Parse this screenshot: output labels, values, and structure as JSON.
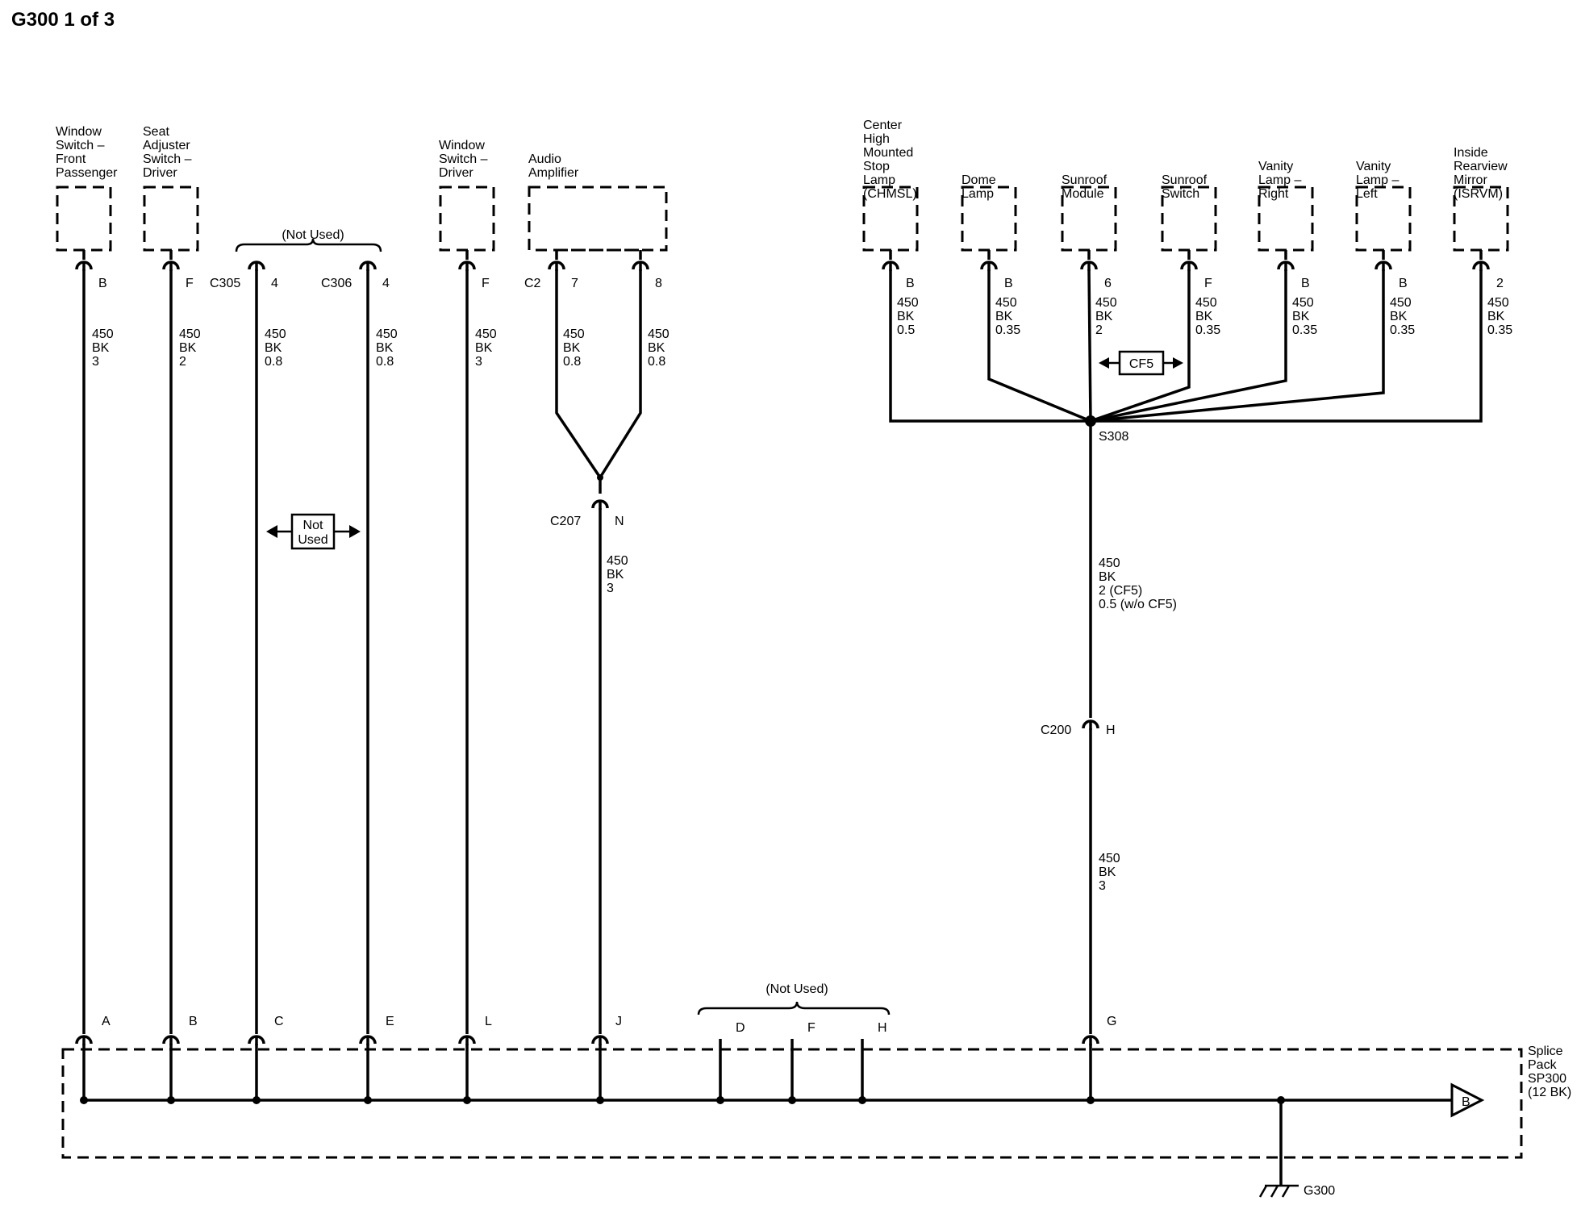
{
  "title": "G300 1 of 3",
  "not_used_label": "(Not Used)",
  "not_used_box": [
    "Not",
    "Used"
  ],
  "cf5_label": "CF5",
  "left_branches": [
    {
      "id": "win-pass",
      "component": [
        "Window",
        "Switch –",
        "Front",
        "Passenger"
      ],
      "pin": "B",
      "wire": [
        "450",
        "BK",
        "3"
      ],
      "splice_pin": "A"
    },
    {
      "id": "seat-drv",
      "component": [
        "Seat",
        "Adjuster",
        "Switch –",
        "Driver"
      ],
      "pin": "F",
      "wire": [
        "450",
        "BK",
        "2"
      ],
      "splice_pin": "B"
    },
    {
      "id": "c305",
      "connector": "C305",
      "pin": "4",
      "wire": [
        "450",
        "BK",
        "0.8"
      ],
      "splice_pin": "C"
    },
    {
      "id": "c306",
      "connector": "C306",
      "pin": "4",
      "wire": [
        "450",
        "BK",
        "0.8"
      ],
      "splice_pin": "E"
    },
    {
      "id": "win-drv",
      "component": [
        "Window",
        "Switch –",
        "Driver"
      ],
      "pin": "F",
      "wire": [
        "450",
        "BK",
        "3"
      ],
      "splice_pin": "L"
    }
  ],
  "audio": {
    "component": [
      "Audio",
      "Amplifier"
    ],
    "connector": "C2",
    "pins": [
      "7",
      "8"
    ],
    "wires": [
      [
        "450",
        "BK",
        "0.8"
      ],
      [
        "450",
        "BK",
        "0.8"
      ]
    ],
    "inline_connector": "C207",
    "inline_pin": "N",
    "trunk_wire": [
      "450",
      "BK",
      "3"
    ],
    "splice_pin": "J"
  },
  "unused_splice_pins": [
    "D",
    "F",
    "H"
  ],
  "right_branches": [
    {
      "id": "chmsl",
      "component": [
        "Center",
        "High",
        "Mounted",
        "Stop",
        "Lamp",
        "(CHMSL)"
      ],
      "pin": "B",
      "wire": [
        "450",
        "BK",
        "0.5"
      ]
    },
    {
      "id": "dome",
      "component": [
        "Dome",
        "Lamp"
      ],
      "pin": "B",
      "wire": [
        "450",
        "BK",
        "0.35"
      ]
    },
    {
      "id": "sunroof-mod",
      "component": [
        "Sunroof",
        "Module"
      ],
      "pin": "6",
      "wire": [
        "450",
        "BK",
        "2"
      ]
    },
    {
      "id": "sunroof-sw",
      "component": [
        "Sunroof",
        "Switch"
      ],
      "pin": "F",
      "wire": [
        "450",
        "BK",
        "0.35"
      ]
    },
    {
      "id": "vanity-r",
      "component": [
        "Vanity",
        "Lamp –",
        "Right"
      ],
      "pin": "B",
      "wire": [
        "450",
        "BK",
        "0.35"
      ]
    },
    {
      "id": "vanity-l",
      "component": [
        "Vanity",
        "Lamp –",
        "Left"
      ],
      "pin": "B",
      "wire": [
        "450",
        "BK",
        "0.35"
      ]
    },
    {
      "id": "isrvm",
      "component": [
        "Inside",
        "Rearview",
        "Mirror",
        "(ISRVM)"
      ],
      "pin": "2",
      "wire": [
        "450",
        "BK",
        "0.35"
      ]
    }
  ],
  "splice_s308": "S308",
  "s308_trunk_wire": [
    "450",
    "BK",
    "2 (CF5)",
    "0.5 (w/o CF5)"
  ],
  "c200": {
    "connector": "C200",
    "pin": "H"
  },
  "c200_trunk_wire": [
    "450",
    "BK",
    "3"
  ],
  "right_splice_pin": "G",
  "splice_pack": [
    "Splice",
    "Pack",
    "SP300",
    "(12 BK)"
  ],
  "offpage_ref": "B",
  "ground": "G300"
}
